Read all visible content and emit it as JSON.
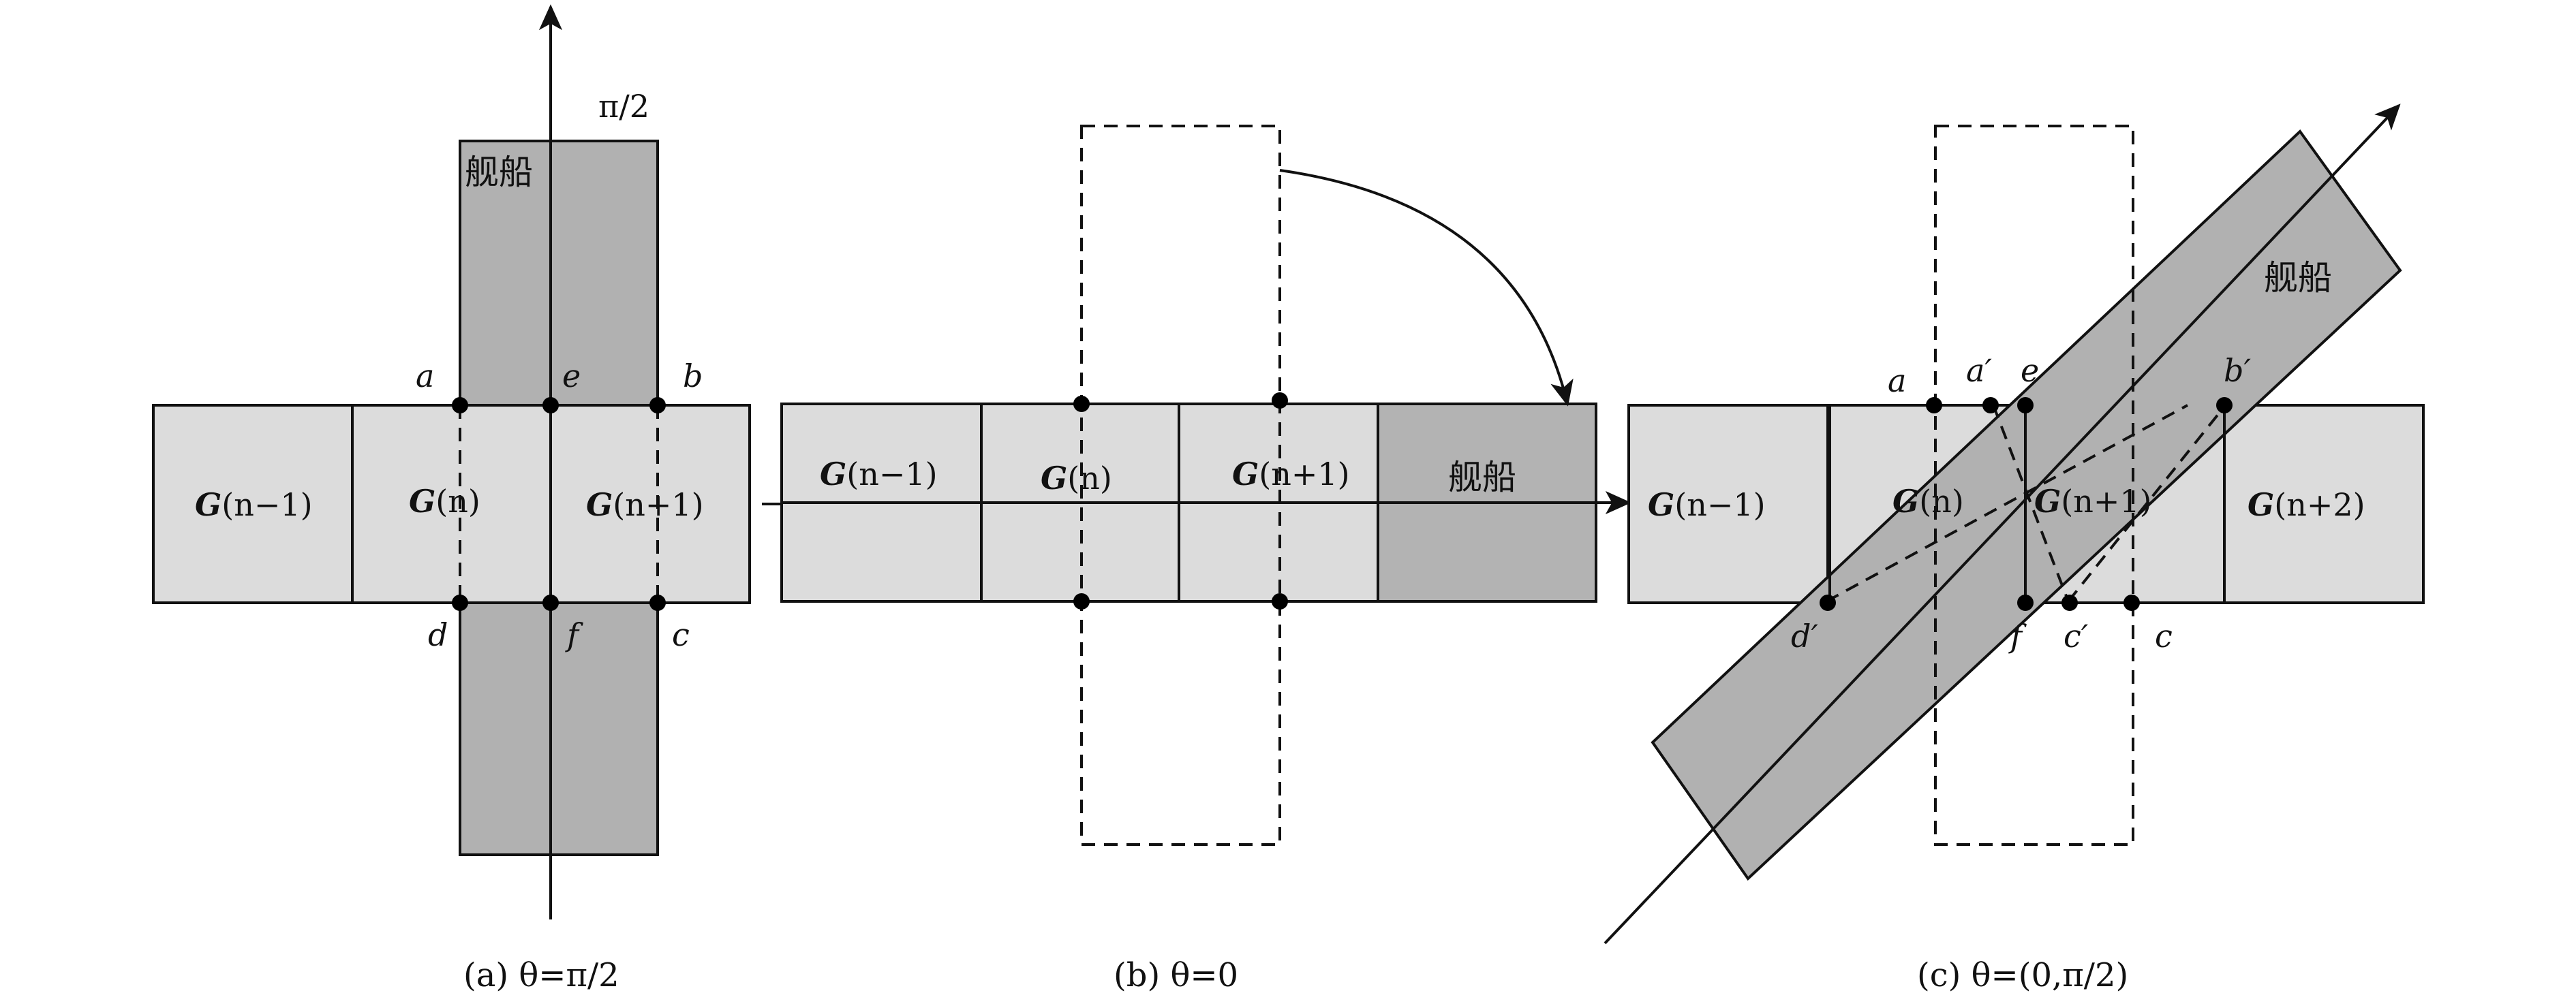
{
  "panel_a": {
    "cells": [
      "(n−1)",
      "(n)",
      "(n+1)"
    ],
    "cell_prefix": "G",
    "ship_label": "舰船",
    "angle_label": "π/2",
    "points": {
      "a": "a",
      "e": "e",
      "b": "b",
      "d": "d",
      "f": "f",
      "c": "c"
    },
    "caption": "(a) θ=π/2"
  },
  "panel_b": {
    "cells": [
      "(n−1)",
      "(n)",
      "(n+1)"
    ],
    "cell_prefix": "G",
    "ship_label": "舰船",
    "caption": "(b) θ=0"
  },
  "panel_c": {
    "cells": [
      "(n−1)",
      "(n)",
      "(n+1)",
      "(n+2)"
    ],
    "cell_prefix": "G",
    "ship_label": "舰船",
    "points": {
      "a": "a",
      "a_prime": "a′",
      "e": "e",
      "b_prime": "b′",
      "d_prime": "d′",
      "f": "f",
      "c_prime": "c′",
      "c": "c"
    },
    "caption": "(c) θ=(0,π/2)"
  },
  "colors": {
    "cell": "#dcdcdc",
    "ship": "#b1b1b1",
    "line": "#111111"
  }
}
